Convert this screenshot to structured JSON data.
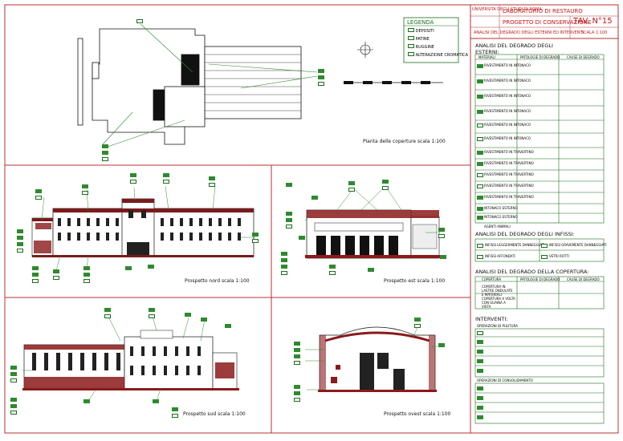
{
  "title_block": {
    "school": "UNIVERSITA DEGLI STUDI DI ROMA",
    "course": "LABORATORIO DI RESTAURO",
    "subtitle": "PROGETTO DI CONSERVAZIONE",
    "sheet": "TAV. N°15",
    "analysis": "ANALISI DEL DEGRADO DEGLI ESTERNI ED INTERVENTI",
    "scale": "SCALA 1:100"
  },
  "legend": {
    "title": "LEGENDA",
    "items": [
      "DEPOSITI",
      "PATINE",
      "RUGGINE",
      "ALTERAZIONE CROMATICA"
    ]
  },
  "views": {
    "roof": "Pianta delle coperture scala 1:100",
    "north": "Prospetto nord scala 1:100",
    "east": "Prospetto est scala 1:100",
    "south": "Prospetto sud scala 1:100",
    "west": "Prospetto ovest scala 1:100"
  },
  "panel": {
    "esterni_title": "ANALISI DEL DEGRADO DEGLI ESTERNI:",
    "esterni_cols": [
      "MATERIALI",
      "PATOLOGIE DI DEGRADO",
      "CAUSE DI DEGRADO"
    ],
    "esterni_rows": [
      "RIVESTIMENTO IN INTONACO",
      "RIVESTIMENTO IN INTONACO",
      "RIVESTIMENTO IN INTONACO",
      "RIVESTIMENTO IN INTONACO",
      "RIVESTIMENTO IN INTONACO",
      "RIVESTIMENTO IN INTONACO",
      "RIVESTIMENTO IN TRAVERTINO",
      "RIVESTIMENTO IN TRAVERTINO",
      "RIVESTIMENTO IN TRAVERTINO",
      "RIVESTIMENTO IN TRAVERTINO",
      "RIVESTIMENTO IN TRAVERTINO",
      "INTONACO ESTERNO",
      "INTONACO ESTERNO",
      "AGENTI ANIMALI"
    ],
    "infissi_title": "ANALISI DEL DEGRADO DEGLI INFISSI:",
    "infissi_items": [
      "INFISSI LEGGERMENTE DANNEGGIATI",
      "INFISSI GRAVEMENTE DANNEGGIATI",
      "INFISSI AFFONDATI",
      "VETRI ROTTI"
    ],
    "copertura_title": "ANALISI DEL DEGRADO DELLA COPERTURA:",
    "copertura_cols": [
      "COPERTURA",
      "PATOLOGIE DI DEGRADO",
      "CAUSE DI DEGRADO"
    ],
    "copertura_rows": [
      "COPERTURA IN LASTRE ONDULATE E MATERIALI",
      "COPERTURA A VOLTA CON GUAINA A VISTA"
    ],
    "interventi_title": "INTERVENTI:",
    "interventi_sub": "OPERAZIONI DI PULITURA",
    "interventi_sub2": "OPERAZIONI DI CONSOLIDAMENTO"
  },
  "colors": {
    "green": "#1b6e1b",
    "red": "#c01818",
    "brick": "#8b1a1a",
    "frame": "#b83030"
  }
}
